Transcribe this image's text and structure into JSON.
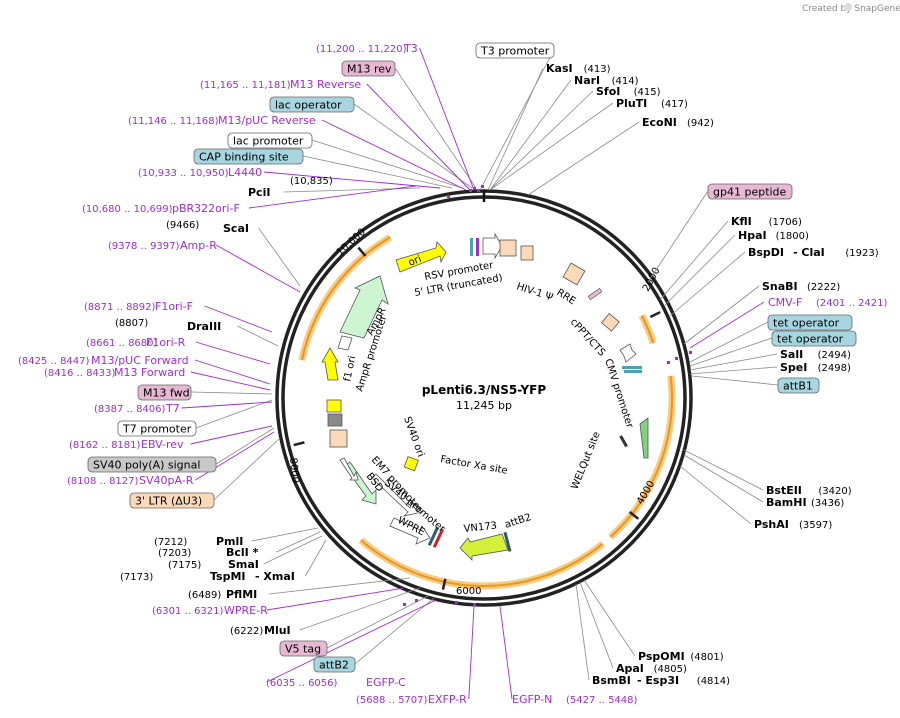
{
  "brand": "Created by SnapGene",
  "title": "pLenti6.3/NS5-YFP",
  "size": "11,245 bp",
  "colors": {
    "enzyme": "#000000",
    "primer": "#9b30d0",
    "lac": "#a8d6e0",
    "pink": "#e7b8d4",
    "gray": "#c8c8c8",
    "peach": "#fcd9b8",
    "orange": "#f0a64a",
    "green": "#c8f2c8",
    "yellow": "#ffff00"
  },
  "ticks": [
    {
      "label": "2000",
      "pos": 2000
    },
    {
      "label": "4000",
      "pos": 4000
    },
    {
      "label": "6000",
      "pos": 6000
    },
    {
      "label": "8000",
      "pos": 8000
    },
    {
      "label": "10,000",
      "pos": 10000
    }
  ],
  "enzymes_right": [
    {
      "name": "KasI",
      "pos": "(413)"
    },
    {
      "name": "NarI",
      "pos": "(414)"
    },
    {
      "name": "SfoI",
      "pos": "(415)"
    },
    {
      "name": "PluTI",
      "pos": "(417)"
    },
    {
      "name": "EcoNI",
      "pos": "(942)"
    },
    {
      "name": "KflI",
      "pos": "(1706)"
    },
    {
      "name": "HpaI",
      "pos": "(1800)"
    },
    {
      "name": "BspDI",
      "extra": "- ClaI",
      "pos": "(1923)"
    },
    {
      "name": "SnaBI",
      "pos": "(2222)"
    },
    {
      "name": "SalI",
      "pos": "(2494)"
    },
    {
      "name": "SpeI",
      "pos": "(2498)"
    },
    {
      "name": "BstEII",
      "pos": "(3420)"
    },
    {
      "name": "BamHI",
      "pos": "(3436)"
    },
    {
      "name": "PshAI",
      "pos": "(3597)"
    },
    {
      "name": "PspOMI",
      "pos": "(4801)"
    },
    {
      "name": "ApaI",
      "pos": "(4805)"
    },
    {
      "name": "BsmBI",
      "extra": "- Esp3I",
      "pos": "(4814)"
    }
  ],
  "enzymes_left": [
    {
      "name": "PciI",
      "pos": "(10,835)"
    },
    {
      "name": "ScaI",
      "pos": "(9466)"
    },
    {
      "name": "DraIII",
      "pos": "(8807)"
    },
    {
      "name": "PmlI",
      "pos": "(7212)"
    },
    {
      "name": "BclI *",
      "pos": "(7203)"
    },
    {
      "name": "SmaI",
      "pos": "(7175)"
    },
    {
      "name": "TspMI",
      "extra": "- XmaI",
      "pos": "(7173)"
    },
    {
      "name": "PflMI",
      "pos": "(6489)"
    },
    {
      "name": "MluI",
      "pos": "(6222)"
    }
  ],
  "primers": [
    {
      "name": "T3",
      "pos": "(11,200 .. 11,220)"
    },
    {
      "name": "M13 Reverse",
      "pos": "(11,165 .. 11,181)"
    },
    {
      "name": "M13/pUC Reverse",
      "pos": "(11,146 .. 11,168)"
    },
    {
      "name": "L4440",
      "pos": "(10,933 .. 10,950)"
    },
    {
      "name": "pBR322ori-F",
      "pos": "(10,680 .. 10,699)"
    },
    {
      "name": "Amp-R",
      "pos": "(9378 .. 9397)"
    },
    {
      "name": "F1ori-F",
      "pos": "(8871 .. 8892)"
    },
    {
      "name": "F1ori-R",
      "pos": "(8661 .. 8680)"
    },
    {
      "name": "M13/pUC Forward",
      "pos": "(8425 .. 8447)"
    },
    {
      "name": "M13 Forward",
      "pos": "(8416 .. 8433)"
    },
    {
      "name": "T7",
      "pos": "(8387 .. 8406)"
    },
    {
      "name": "EBV-rev",
      "pos": "(8162 .. 8181)"
    },
    {
      "name": "SV40pA-R",
      "pos": "(8108 .. 8127)"
    },
    {
      "name": "WPRE-R",
      "pos": "(6301 .. 6321)"
    },
    {
      "name": "EGFP-C",
      "pos": "(6035 .. 6056)"
    },
    {
      "name": "EXFP-R",
      "pos": "(5688 .. 5707)"
    },
    {
      "name": "EGFP-N",
      "pos": "(5427 .. 5448)"
    },
    {
      "name": "CMV-F",
      "pos": "(2401 .. 2421)"
    }
  ],
  "boxed_features": [
    {
      "name": "T3 promoter"
    },
    {
      "name": "M13 rev"
    },
    {
      "name": "lac operator"
    },
    {
      "name": "lac promoter"
    },
    {
      "name": "CAP binding site"
    },
    {
      "name": "gp41 peptide"
    },
    {
      "name": "tet operator"
    },
    {
      "name": "tet operator"
    },
    {
      "name": "attB1"
    },
    {
      "name": "M13 fwd"
    },
    {
      "name": "T7 promoter"
    },
    {
      "name": "SV40 poly(A) signal"
    },
    {
      "name": "3' LTR (ΔU3)"
    },
    {
      "name": "V5 tag"
    },
    {
      "name": "attB2"
    }
  ],
  "inner_labels": [
    "ori",
    "RSV promoter",
    "5' LTR (truncated)",
    "HIV-1 Ψ",
    "RRE",
    "cPPT/CTS",
    "CMV promoter",
    "WELQut site",
    "attB2",
    "VN173",
    "SV40 promoter",
    "WPRE",
    "EM7 promoter",
    "BSD",
    "SV40 ori",
    "Factor Xa site",
    "f1 ori",
    "AmpR promoter",
    "AmpR"
  ]
}
